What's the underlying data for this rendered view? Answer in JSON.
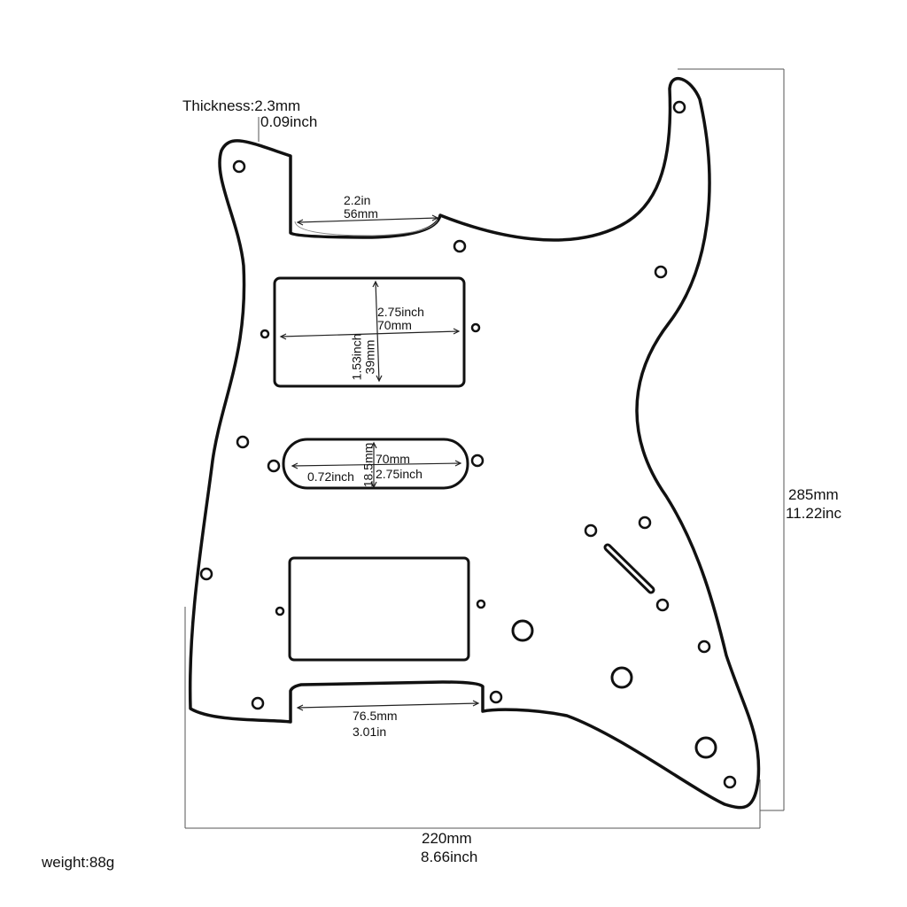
{
  "colors": {
    "outline": "#111111",
    "dimension": "#555555",
    "background": "#ffffff"
  },
  "thickness": {
    "label": "Thickness:2.3mm",
    "inch": "0.09inch"
  },
  "neck_cut": {
    "inch": "2.2in",
    "mm": "56mm"
  },
  "humbucker_neck": {
    "width_inch": "2.75inch",
    "width_mm": "70mm",
    "height_inch": "1.53inch",
    "height_mm": "39mm"
  },
  "single_coil": {
    "height_mm": "18.5mm",
    "width_mm": "70mm",
    "height_inch": "0.72inch",
    "width_inch": "2.75inch"
  },
  "bottom_cut": {
    "mm": "76.5mm",
    "inch": "3.01in"
  },
  "overall_height": {
    "mm": "285mm",
    "inch": "11.22inc"
  },
  "overall_width": {
    "mm": "220mm",
    "inch": "8.66inch"
  },
  "weight": "weight:88g"
}
